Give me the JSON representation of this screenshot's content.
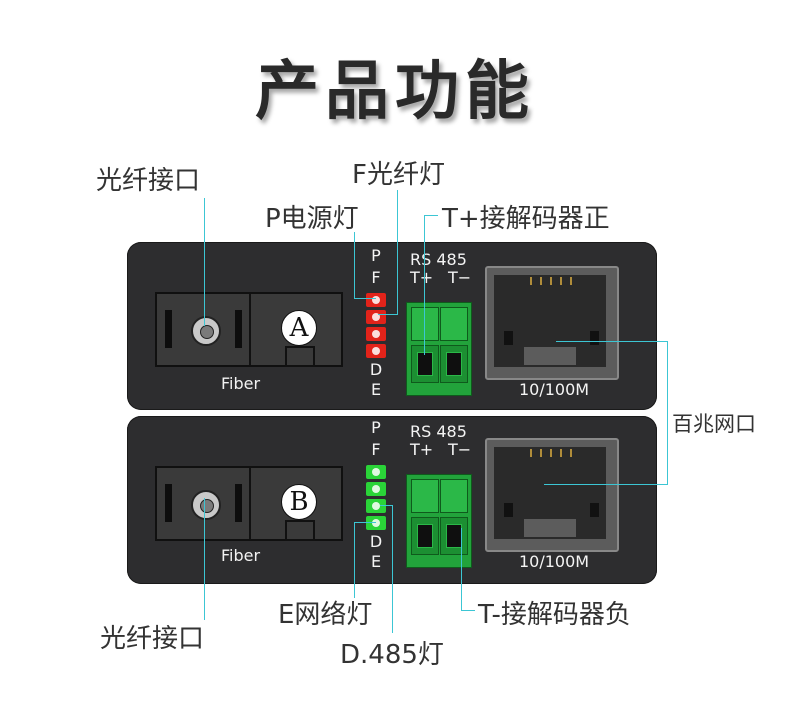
{
  "title": "产品功能",
  "colors": {
    "panel": "#2d2d2f",
    "led_red": "#e2231a",
    "led_green": "#2ad438",
    "terminal_green": "#22a33b",
    "callout_line": "#3cc6d4"
  },
  "callouts": {
    "fiber_top": "光纤接口",
    "fiber_led": "F光纤灯",
    "power_led": "P电源灯",
    "t_plus": "T+接解码器正",
    "rj45": "百兆网口",
    "network_led": "E网络灯",
    "t_minus": "T-接解码器负",
    "fiber_bottom": "光纤接口",
    "led_485": "D.485灯"
  },
  "units": [
    {
      "badge": "A",
      "fiber_label": "Fiber",
      "led_letters_top": [
        "P",
        "F"
      ],
      "led_letters_bottom": [
        "D",
        "E"
      ],
      "led_color": "#e2231a",
      "rs485_label": "RS 485",
      "t_plus_label": "T+",
      "t_minus_label": "T−",
      "rj45_label": "10/100M"
    },
    {
      "badge": "B",
      "fiber_label": "Fiber",
      "led_letters_top": [
        "P",
        "F"
      ],
      "led_letters_bottom": [
        "D",
        "E"
      ],
      "led_color": "#2ad438",
      "rs485_label": "RS 485",
      "t_plus_label": "T+",
      "t_minus_label": "T−",
      "rj45_label": "10/100M"
    }
  ]
}
